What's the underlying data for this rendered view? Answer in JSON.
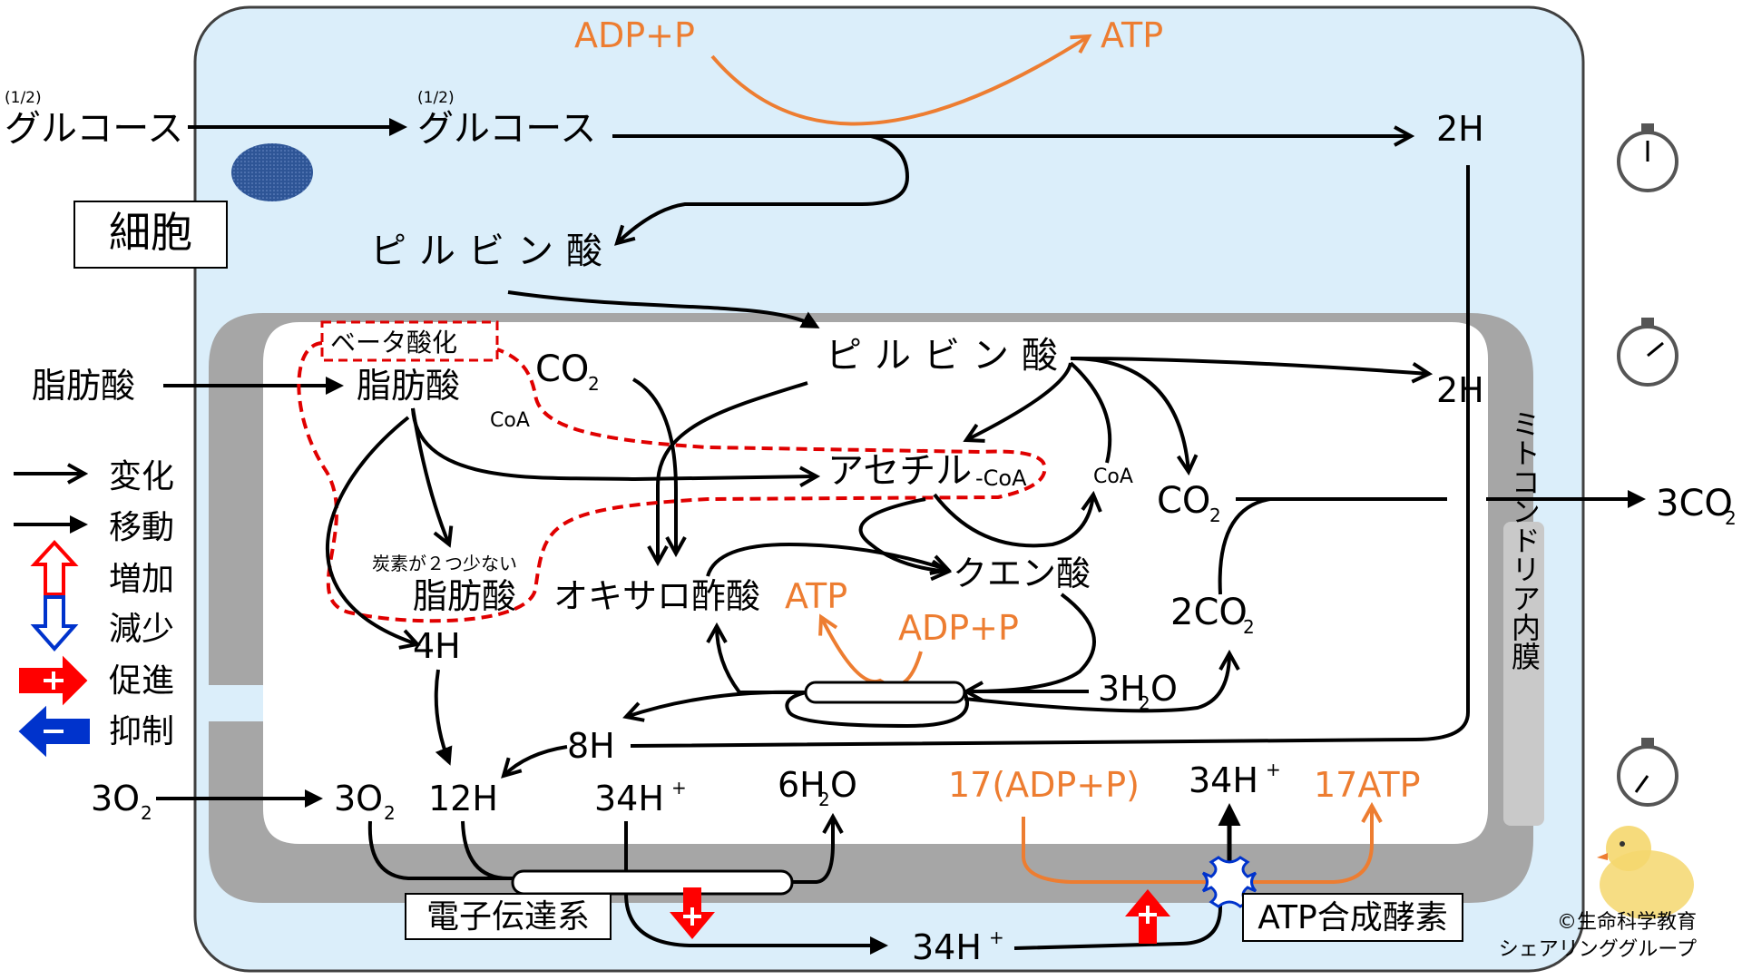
{
  "cell_label": "細胞",
  "mito_membrane_label": "ミトコンドリア内膜",
  "etc_label": "電子伝達系",
  "atp_synthase_label": "ATP合成酵素",
  "copyright": [
    "©生命科学教育",
    "シェアリンググループ"
  ],
  "legend": [
    {
      "label": "変化"
    },
    {
      "label": "移動"
    },
    {
      "label": "増加"
    },
    {
      "label": "減少"
    },
    {
      "label": "促進"
    },
    {
      "label": "抑制"
    }
  ],
  "colors": {
    "cell_fill": "#dbeefa",
    "membrane_gray": "#a6a6a6",
    "atp_orange": "#ed7d31",
    "dashed_red": "#e00000",
    "nucleus_blue": "#2e5596",
    "increase_red": "#ff0000",
    "decrease_blue": "#0033cc"
  },
  "labels": {
    "outside_glucose_frac": "(1/2)",
    "outside_glucose": "グルコース",
    "cell_glucose_frac": "(1/2)",
    "cell_glucose": "グルコース",
    "adp_p_top": "ADP+P",
    "atp_top": "ATP",
    "two_h_top": "2H",
    "pyruvate_cyto": "ピルビン酸",
    "pyruvate_mito": "ピルビン酸",
    "two_h_mito": "2H",
    "fatty_acid_outside": "脂肪酸",
    "beta_oxidation": "ベータ酸化",
    "fatty_acid_mito": "脂肪酸",
    "co2_left": "CO",
    "co2_left_sub": "2",
    "coa_left": "CoA",
    "acetyl": "アセチル",
    "acetyl_coa_suffix": "-CoA",
    "coa_right": "CoA",
    "co2_right": "CO",
    "co2_right_sub": "2",
    "three_co2": "3CO",
    "three_co2_sub": "2",
    "short_fa_note": "炭素が２つ少ない",
    "short_fatty_acid": "脂肪酸",
    "oxaloacetate": "オキサロ酢酸",
    "atp_tca": "ATP",
    "citrate": "クエン酸",
    "adp_p_tca": "ADP+P",
    "two_co2": "2CO",
    "two_co2_sub": "2",
    "four_h": "4H",
    "three_h2o_a": "3H",
    "three_h2o_sub": "2",
    "three_h2o_b": "O",
    "eight_h": "8H",
    "three_o2_out": "3O",
    "three_o2_out_sub": "2",
    "three_o2_in": "3O",
    "three_o2_in_sub": "2",
    "twelve_h": "12H",
    "h34_left": "34H",
    "h34_left_sup": "+",
    "six_h2o_a": "6H",
    "six_h2o_sub": "2",
    "six_h2o_b": "O",
    "adp17": "17(ADP+P)",
    "h34_right": "34H",
    "h34_right_sup": "+",
    "atp17": "17ATP",
    "h34_bottom": "34H",
    "h34_bottom_sup": "+"
  }
}
